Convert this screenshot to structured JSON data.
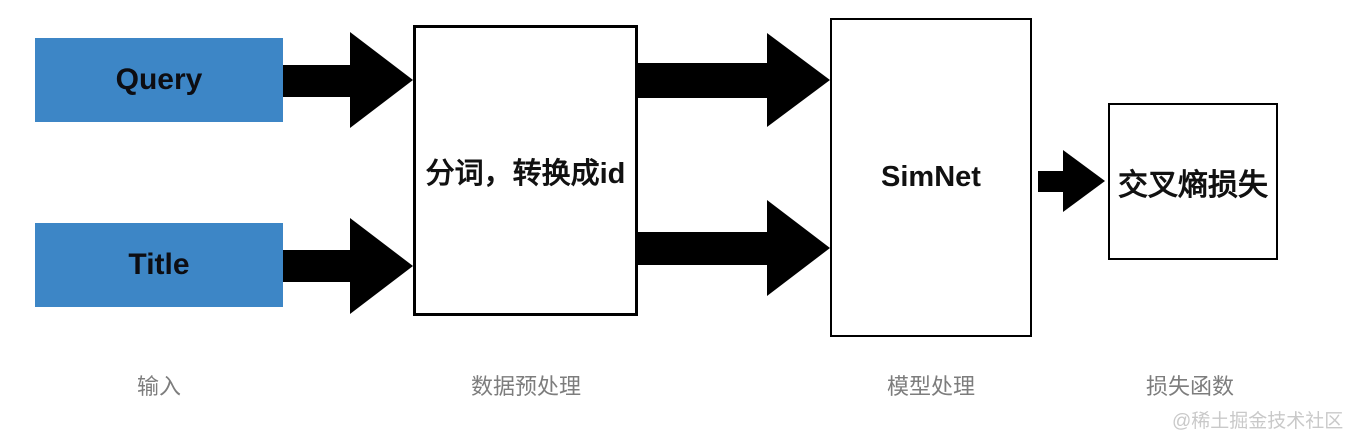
{
  "diagram": {
    "inputs": [
      {
        "label": "Query"
      },
      {
        "label": "Title"
      }
    ],
    "preprocess_box": {
      "label": "分词，转换成id"
    },
    "model_box": {
      "label": "SimNet"
    },
    "loss_box": {
      "label": "交叉熵损失"
    },
    "stage_labels": {
      "input": "输入",
      "preprocess": "数据预处理",
      "model": "模型处理",
      "loss": "损失函数"
    },
    "watermark": "@稀土掘金技术社区",
    "colors": {
      "input_box_fill": "#3d86c6",
      "arrow": "#000000",
      "box_border": "#000000",
      "stage_label_text": "#7d7d7d",
      "watermark_text": "#c9c9c9",
      "background": "#ffffff"
    }
  }
}
